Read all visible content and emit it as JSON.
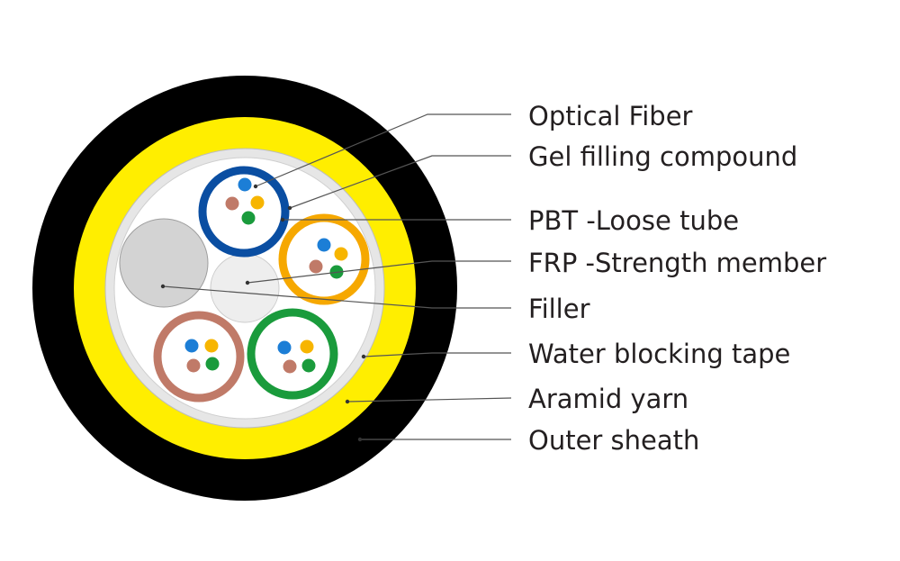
{
  "labels": {
    "optical_fiber": "Optical Fiber",
    "gel_filling": "Gel filling compound",
    "pbt_tube": "PBT -Loose tube",
    "frp_member": "FRP -Strength member",
    "filler": "Filler",
    "water_blocking": "Water blocking tape",
    "aramid_yarn": "Aramid yarn",
    "outer_sheath": "Outer sheath"
  },
  "colors": {
    "outer_sheath": "#000000",
    "aramid_yarn": "#ffee00",
    "water_blocking_tape": "#e6e6e6",
    "core": "#ffffff",
    "filler": "#d3d3d3",
    "frp": "#eeeeee",
    "tube_blue": "#0a4ea2",
    "tube_orange": "#f6a800",
    "tube_brown": "#c07a68",
    "tube_green": "#1a9b3c",
    "fiber_blue": "#1c7ed6",
    "fiber_orange": "#f7b500",
    "fiber_brown": "#c07a68",
    "fiber_green": "#1a9b3c"
  }
}
